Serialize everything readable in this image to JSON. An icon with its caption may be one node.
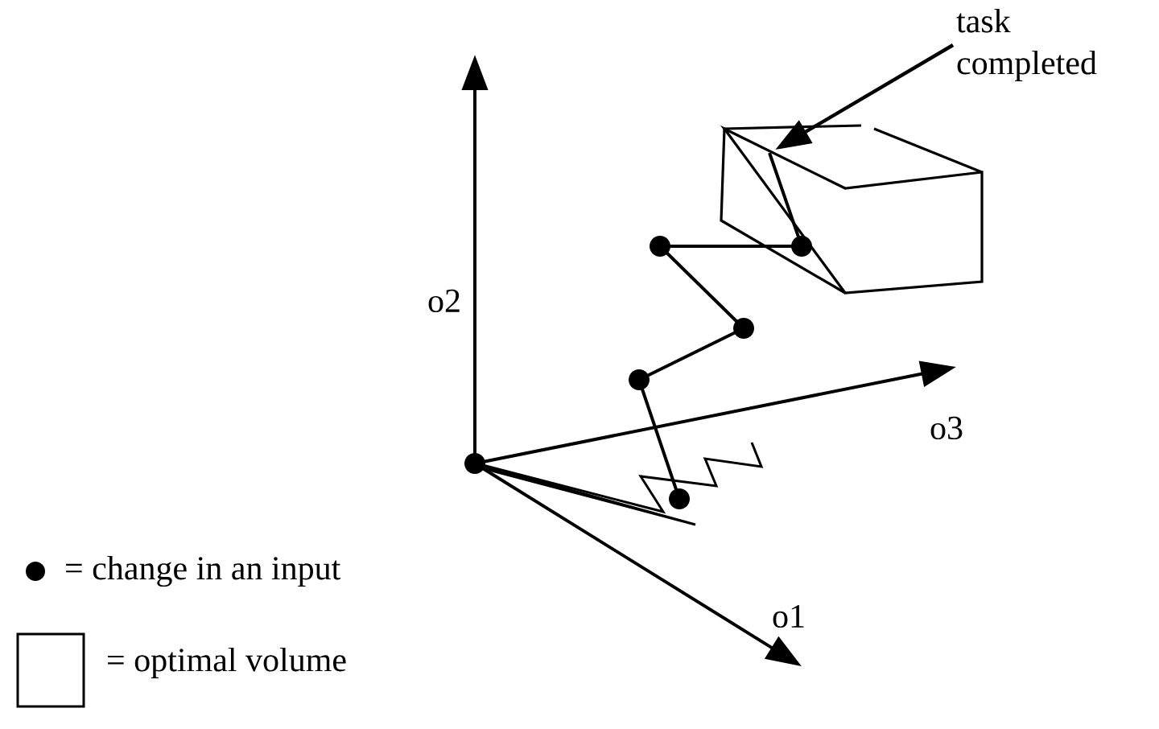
{
  "diagram": {
    "nodes": [
      {
        "text": [
          "task completed"
        ]
      },
      {
        "text": [],
        "shape": "box"
      }
    ],
    "edges": [
      {
        "from": 0,
        "to": 1,
        "arrow": "to"
      }
    ],
    "labels": [
      "o2",
      "o3",
      "o1"
    ],
    "legend": [
      {
        "text": "= change in an input"
      },
      {
        "text": "= optimal volume"
      }
    ]
  }
}
